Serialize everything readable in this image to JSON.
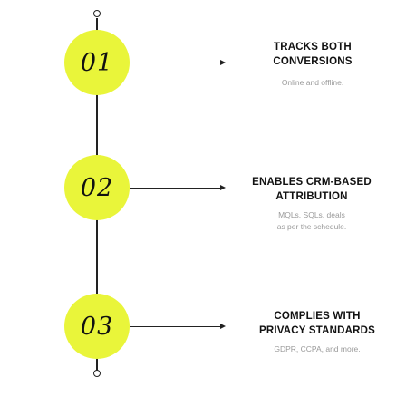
{
  "colors": {
    "accent": "#e9f53a",
    "line": "#222222",
    "title": "#111111",
    "description": "#9a9a9a"
  },
  "steps": [
    {
      "number": "01",
      "title_line1": "TRACKS BOTH",
      "title_line2": "CONVERSIONS",
      "desc_line1": "Online and offline.",
      "desc_line2": ""
    },
    {
      "number": "02",
      "title_line1": "ENABLES CRM-BASED",
      "title_line2": "ATTRIBUTION",
      "desc_line1": "MQLs, SQLs, deals",
      "desc_line2": "as per the schedule."
    },
    {
      "number": "03",
      "title_line1": "COMPLIES WITH",
      "title_line2": "PRIVACY STANDARDS",
      "desc_line1": "GDPR, CCPA, and more.",
      "desc_line2": ""
    }
  ]
}
